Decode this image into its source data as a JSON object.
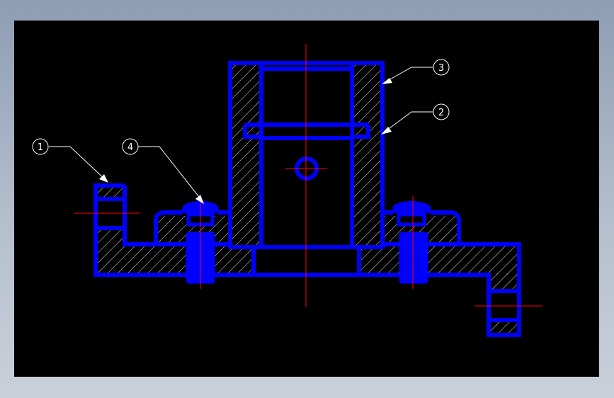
{
  "drawing": {
    "background": "#000000",
    "part_color": "#0000ff",
    "centerline_color": "#ff0000",
    "leader_color": "#ffffff",
    "balloons": [
      {
        "id": "balloon-1",
        "label": "1"
      },
      {
        "id": "balloon-2",
        "label": "2"
      },
      {
        "id": "balloon-3",
        "label": "3"
      },
      {
        "id": "balloon-4",
        "label": "4"
      }
    ]
  }
}
